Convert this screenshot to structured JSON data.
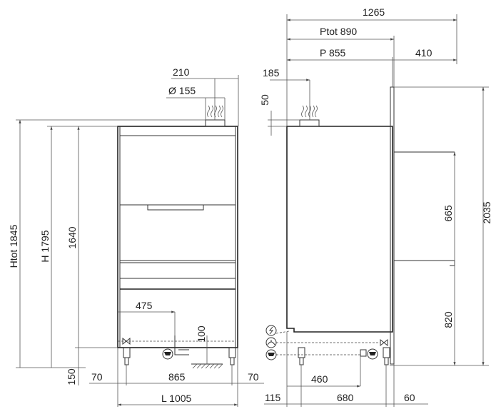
{
  "front_view": {
    "dims": {
      "exhaust_offset": "210",
      "exhaust_diameter": "Ø 155",
      "htot": "Htot 1845",
      "h": "H 1795",
      "h_body": "1640",
      "drain_offset": "475",
      "drain_height": "100",
      "leg_height": "150",
      "leg_inset_left": "70",
      "leg_spacing": "865",
      "leg_inset_right": "70",
      "length": "L 1005"
    }
  },
  "side_view": {
    "dims": {
      "total_depth": "1265",
      "ptot": "Ptot 890",
      "p": "P 855",
      "rear_extension": "410",
      "exhaust_offset": "185",
      "exhaust_height": "50",
      "upper_height": "665",
      "table_height": "820",
      "total_height": "2035",
      "drain_offset": "460",
      "leg_inset_front": "115",
      "leg_spacing": "680",
      "leg_inset_rear": "60"
    }
  },
  "icons": [
    "electric-connection-icon",
    "water-inlet-icon",
    "drain-icon",
    "valve-icon",
    "steam-exhaust-icon",
    "ground-hatch-icon"
  ]
}
